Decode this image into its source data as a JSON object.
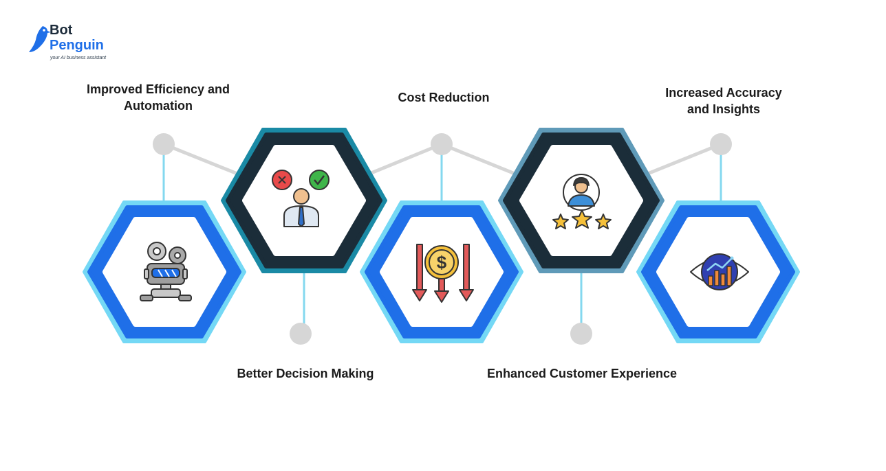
{
  "brand": {
    "name_line1": "Bot",
    "name_line2": "Penguin",
    "tagline": "your AI business assistant",
    "colors": {
      "dark": "#1c2b3a",
      "blue": "#1f6fe8"
    }
  },
  "benefits": [
    {
      "label": "Improved Efficiency and\nAutomation",
      "icon": "robot-gears-icon"
    },
    {
      "label": "Better Decision Making",
      "icon": "person-decision-icon"
    },
    {
      "label": "Cost Reduction",
      "icon": "dollar-down-arrows-icon"
    },
    {
      "label": "Enhanced Customer Experience",
      "icon": "customer-rating-icon"
    },
    {
      "label": "Increased Accuracy\nand Insights",
      "icon": "eye-chart-icon"
    }
  ],
  "colors": {
    "light_blue": "#74d8f5",
    "bright_blue": "#1f6fe8",
    "teal": "#1a8aa5",
    "steel": "#5f9ab8",
    "navy": "#1b2d39",
    "connector_gray": "#d6d6d6",
    "stem_blue": "#84d8ef"
  }
}
